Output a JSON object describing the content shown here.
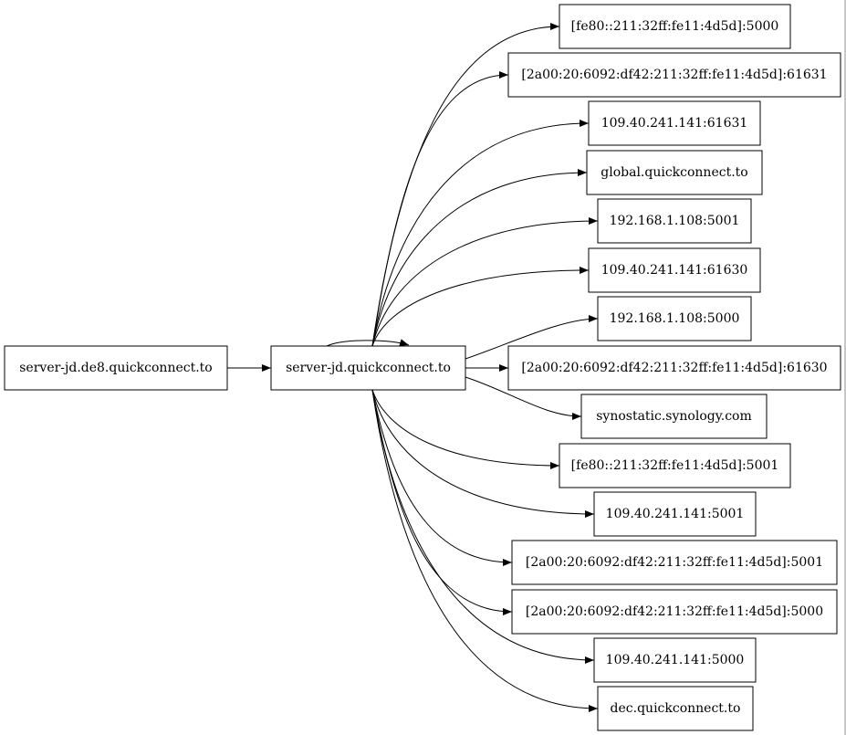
{
  "colors": {
    "background": "#ffffff",
    "stroke": "#000000",
    "text": "#000000"
  },
  "graph": {
    "source": {
      "label": "server-jd.de8.quickconnect.to"
    },
    "hub": {
      "label": "server-jd.quickconnect.to",
      "self_loop": true
    },
    "targets": [
      {
        "label": "[fe80::211:32ff:fe11:4d5d]:5000"
      },
      {
        "label": "[2a00:20:6092:df42:211:32ff:fe11:4d5d]:61631"
      },
      {
        "label": "109.40.241.141:61631"
      },
      {
        "label": "global.quickconnect.to"
      },
      {
        "label": "192.168.1.108:5001"
      },
      {
        "label": "109.40.241.141:61630"
      },
      {
        "label": "192.168.1.108:5000"
      },
      {
        "label": "[2a00:20:6092:df42:211:32ff:fe11:4d5d]:61630"
      },
      {
        "label": "synostatic.synology.com"
      },
      {
        "label": "[fe80::211:32ff:fe11:4d5d]:5001"
      },
      {
        "label": "109.40.241.141:5001"
      },
      {
        "label": "[2a00:20:6092:df42:211:32ff:fe11:4d5d]:5001"
      },
      {
        "label": "[2a00:20:6092:df42:211:32ff:fe11:4d5d]:5000"
      },
      {
        "label": "109.40.241.141:5000"
      },
      {
        "label": "dec.quickconnect.to"
      }
    ]
  }
}
